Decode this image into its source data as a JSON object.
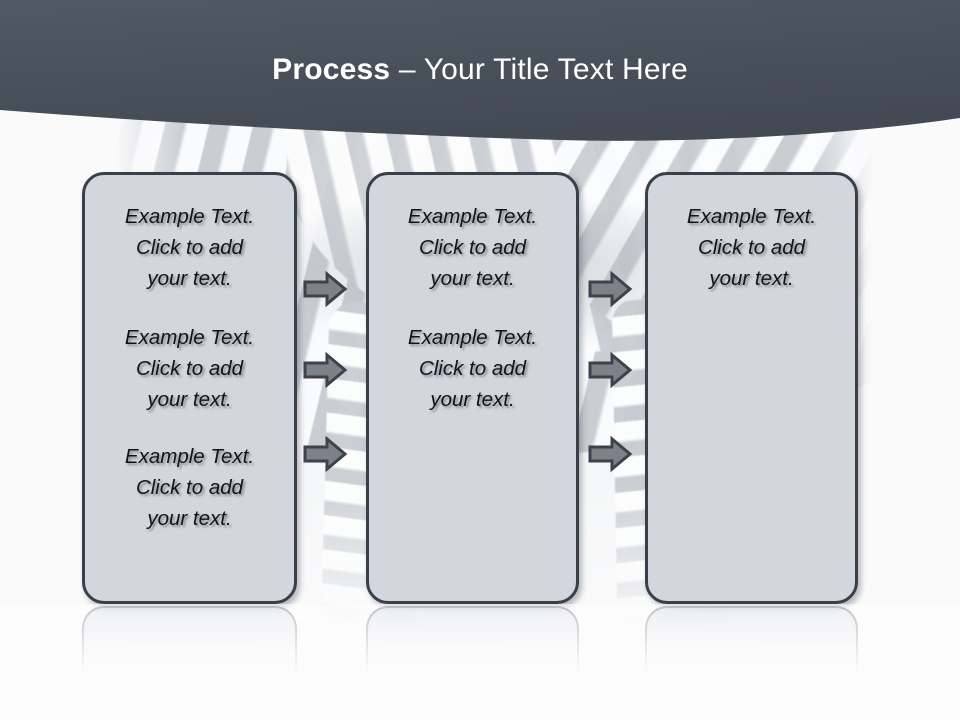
{
  "slide": {
    "header": {
      "title_strong": "Process",
      "title_rest": " – Your Title Text Here",
      "band_color": "#4b535c",
      "text_color": "#ffffff"
    },
    "theme": {
      "box_fill": "#d2d7dd",
      "box_border": "#39404a",
      "arrow_fill": "#7d8288",
      "arrow_border": "#3d434b",
      "page_background": "#fafafb",
      "body_text_color": "#111418"
    },
    "background_image": {
      "name": "zebra-photo",
      "description": "faded zebra photograph watermark"
    },
    "boxes": [
      {
        "name": "process-box-1",
        "paragraphs": [
          "Example Text.\nClick  to add\nyour text.",
          "Example Text.\nClick  to add\nyour text.",
          "Example Text.\nClick  to add\nyour text."
        ]
      },
      {
        "name": "process-box-2",
        "paragraphs": [
          "Example Text.\nClick  to add\nyour text.",
          "Example Text.\nClick  to add\nyour text."
        ]
      },
      {
        "name": "process-box-3",
        "paragraphs": [
          "Example Text.\nClick  to add\nyour text."
        ]
      }
    ],
    "arrow_groups": [
      {
        "name": "arrow-group-1",
        "arrows": [
          "arrow-1-1",
          "arrow-1-2",
          "arrow-1-3"
        ]
      },
      {
        "name": "arrow-group-2",
        "arrows": [
          "arrow-2-1",
          "arrow-2-2",
          "arrow-2-3"
        ]
      }
    ]
  }
}
